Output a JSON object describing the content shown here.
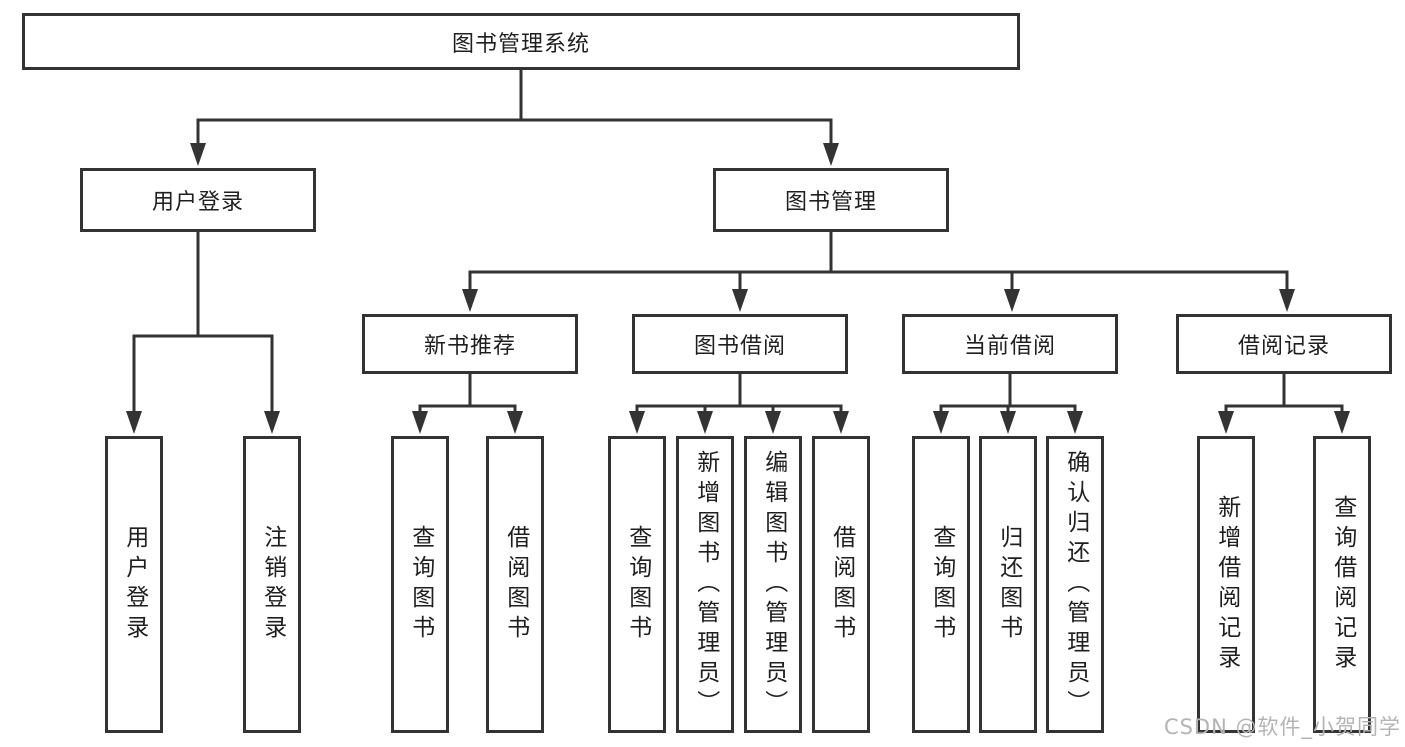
{
  "diagram": {
    "title": "图书管理系统",
    "colors": {
      "line": "#333333",
      "box_border": "#333333",
      "text": "#1f1f1f",
      "background": "#ffffff",
      "watermark": "#b4b4b4"
    },
    "root": {
      "label": "图书管理系统"
    },
    "level2": [
      {
        "label": "用户登录"
      },
      {
        "label": "图书管理"
      }
    ],
    "level3": [
      {
        "label": "新书推荐",
        "parent": "图书管理"
      },
      {
        "label": "图书借阅",
        "parent": "图书管理"
      },
      {
        "label": "当前借阅",
        "parent": "图书管理"
      },
      {
        "label": "借阅记录",
        "parent": "图书管理"
      }
    ],
    "leaves": [
      {
        "label": "用户登录",
        "parent": "用户登录"
      },
      {
        "label": "注销登录",
        "parent": "用户登录"
      },
      {
        "label": "查询图书",
        "parent": "新书推荐"
      },
      {
        "label": "借阅图书",
        "parent": "新书推荐"
      },
      {
        "label": "查询图书",
        "parent": "图书借阅"
      },
      {
        "label": "新增图书（管理员）",
        "parent": "图书借阅"
      },
      {
        "label": "编辑图书（管理员）",
        "parent": "图书借阅"
      },
      {
        "label": "借阅图书",
        "parent": "图书借阅"
      },
      {
        "label": "查询图书",
        "parent": "当前借阅"
      },
      {
        "label": "归还图书",
        "parent": "当前借阅"
      },
      {
        "label": "确认归还（管理员）",
        "parent": "当前借阅"
      },
      {
        "label": "新增借阅记录",
        "parent": "借阅记录"
      },
      {
        "label": "查询借阅记录",
        "parent": "借阅记录"
      }
    ],
    "watermark": "CSDN @软件_小贺同学"
  }
}
